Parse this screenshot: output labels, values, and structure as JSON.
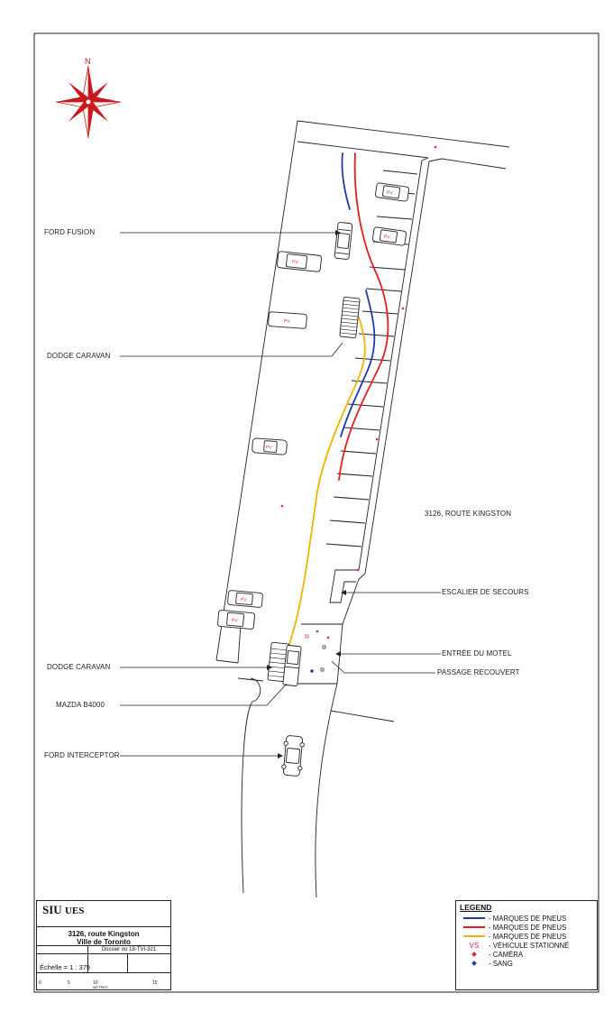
{
  "compass": {
    "label": "N"
  },
  "callouts": {
    "ford_fusion": "FORD FUSION",
    "dodge_caravan_1": "DODGE CARAVAN",
    "address": "3126, ROUTE KINGSTON",
    "fire_escape": "ESCALIER DE SECOURS",
    "motel_entrance": "ENTRÉE DU MOTEL",
    "covered_passage": "PASSAGE RECOUVERT",
    "dodge_caravan_2": "DODGE CARAVAN",
    "mazda": "MAZDA B4000",
    "ford_interceptor": "FORD INTERCEPTOR"
  },
  "parked_marker": "PV",
  "title_block": {
    "logo": "SIU",
    "logo_sub": "UES",
    "address_line1": "3126, route Kingston",
    "address_line2": "Ville de Toronto",
    "file_number": "Dossier no  18-TVI-321",
    "scale": "Échelle = 1 : 375",
    "ticks": [
      "0",
      "5",
      "10",
      "15"
    ],
    "unit": "MÈTRES"
  },
  "legend": {
    "title": "LEGEND",
    "items": [
      {
        "symbol": "line",
        "color": "#1f3ba8",
        "label": "- MARQUES DE PNEUS"
      },
      {
        "symbol": "line",
        "color": "#e02020",
        "label": "- MARQUES DE PNEUS"
      },
      {
        "symbol": "line",
        "color": "#f0b400",
        "label": "- MARQUES DE PNEUS"
      },
      {
        "symbol": "text",
        "text": "VS",
        "color": "#d03030",
        "label": "- VÉHICULE STATIONNÉ"
      },
      {
        "symbol": "dot",
        "color": "#d03030",
        "label": "- CAMÉRA"
      },
      {
        "symbol": "dot",
        "color": "#1f3ba8",
        "label": "- SANG"
      }
    ]
  },
  "colors": {
    "line": "#222222",
    "tire_blue": "#1f3ba8",
    "tire_red": "#e02020",
    "tire_yellow": "#f0b400",
    "marker": "#d03030"
  }
}
